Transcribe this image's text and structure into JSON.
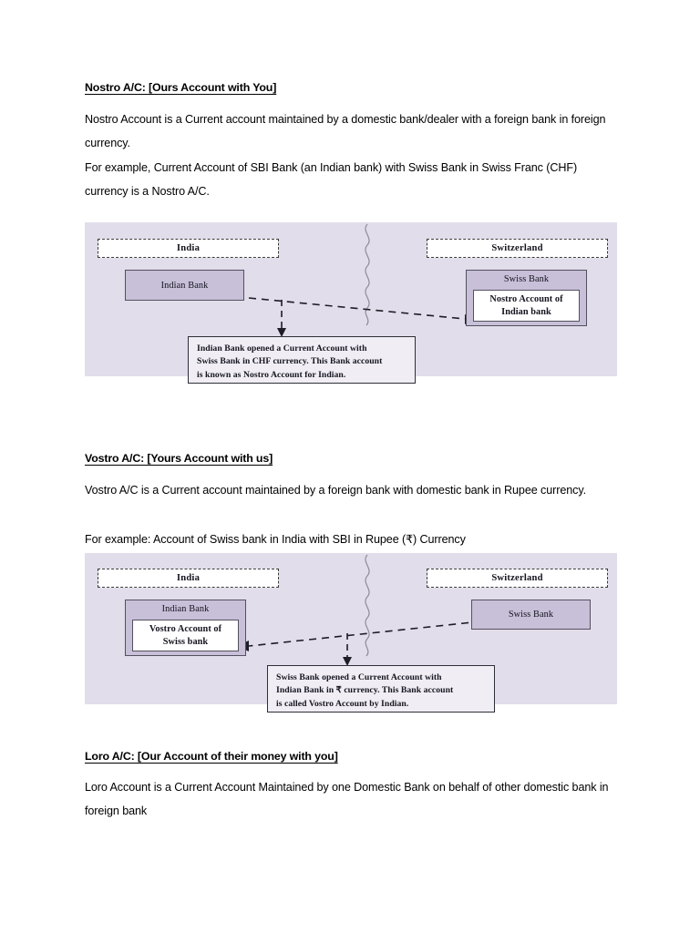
{
  "document": {
    "sections": [
      {
        "heading": "Nostro A/C: [Ours Account with You]",
        "paragraphs": [
          "Nostro Account is a Current account maintained by a domestic bank/dealer with a foreign bank in foreign currency.",
          "For example, Current Account of SBI Bank (an Indian bank) with Swiss Bank in Swiss Franc (CHF) currency is a Nostro A/C."
        ]
      },
      {
        "heading": "Vostro A/C: [Yours Account with us]",
        "paragraphs": [
          "Vostro A/C is a Current account maintained by a foreign bank with domestic bank in Rupee currency.",
          "For example: Account of Swiss bank in India with SBI in Rupee (₹) Currency"
        ]
      },
      {
        "heading": "Loro A/C: [Our Account of their money with you]",
        "paragraphs": [
          "Loro Account is a Current Account Maintained by one Domestic Bank on behalf of other domestic bank in foreign bank"
        ]
      }
    ]
  },
  "diagram_nostro": {
    "left_country": "India",
    "right_country": "Switzerland",
    "left_bank": "Indian Bank",
    "right_bank": "Swiss Bank",
    "account_label_line1": "Nostro Account of",
    "account_label_line2": "Indian bank",
    "note_line1": "Indian Bank opened a Current Account with",
    "note_line2": "Swiss Bank in CHF currency. This Bank account",
    "note_line3": "is known as Nostro Account for Indian."
  },
  "diagram_vostro": {
    "left_country": "India",
    "right_country": "Switzerland",
    "left_bank": "Indian Bank",
    "right_bank": "Swiss Bank",
    "account_label_line1": "Vostro Account of",
    "account_label_line2": "Swiss bank",
    "note_line1": "Swiss Bank opened a Current Account with",
    "note_line2": "Indian Bank in ₹ currency. This Bank account",
    "note_line3": "is called Vostro Account by Indian."
  },
  "colors": {
    "panel_background": "#e2ddea",
    "bank_fill": "#c8bfd8",
    "box_border": "#54505e",
    "note_fill": "#f0edf4",
    "page_background": "#ffffff"
  }
}
